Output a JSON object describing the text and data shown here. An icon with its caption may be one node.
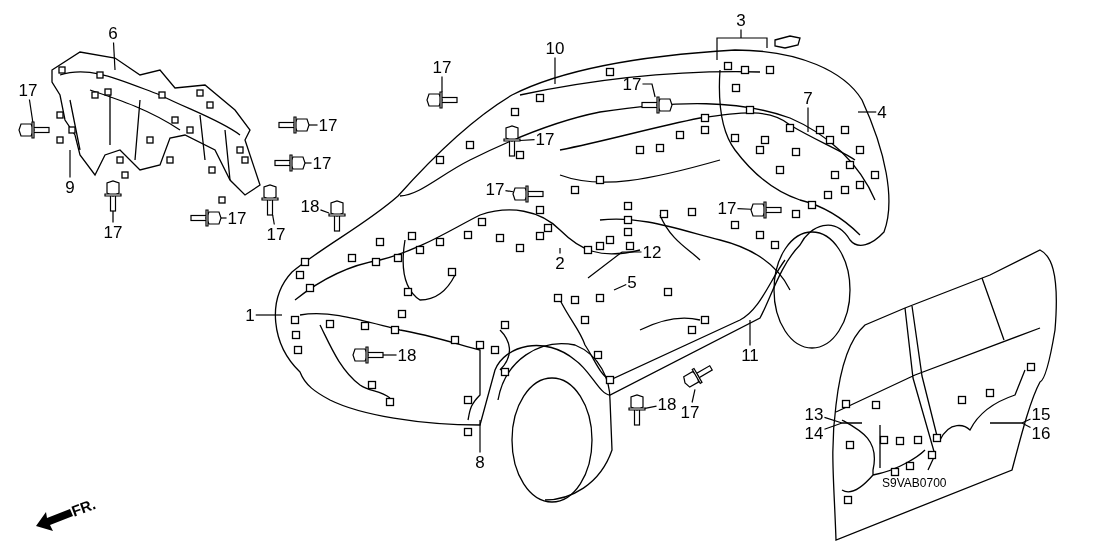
{
  "diagram": {
    "nodes": [
      {
        "text": [
          "6"
        ]
      },
      {
        "text": [
          "17"
        ]
      },
      {
        "text": [
          "9"
        ]
      },
      {
        "text": [
          "17"
        ]
      },
      {
        "text": [
          "17"
        ]
      },
      {
        "text": [
          "17"
        ]
      },
      {
        "text": [
          "17"
        ]
      },
      {
        "text": [
          "17"
        ]
      },
      {
        "text": [
          "18"
        ]
      },
      {
        "text": [
          "17"
        ]
      },
      {
        "text": [
          "10"
        ]
      },
      {
        "text": [
          "17"
        ]
      },
      {
        "text": [
          "17"
        ]
      },
      {
        "text": [
          "3"
        ]
      },
      {
        "text": [
          "4"
        ]
      },
      {
        "text": [
          "7"
        ]
      },
      {
        "text": [
          "17"
        ]
      },
      {
        "text": [
          "17"
        ]
      },
      {
        "text": [
          "12"
        ]
      },
      {
        "text": [
          "2"
        ]
      },
      {
        "text": [
          "5"
        ]
      },
      {
        "text": [
          "1"
        ]
      },
      {
        "text": [
          "18"
        ]
      },
      {
        "text": [
          "11"
        ]
      },
      {
        "text": [
          "17"
        ]
      },
      {
        "text": [
          "18"
        ]
      },
      {
        "text": [
          "8"
        ]
      },
      {
        "text": [
          "13"
        ]
      },
      {
        "text": [
          "14"
        ]
      },
      {
        "text": [
          "15"
        ]
      },
      {
        "text": [
          "16"
        ]
      },
      {
        "text": [],
        "shape": "bolt"
      },
      {
        "text": [],
        "shape": "bolt"
      },
      {
        "text": [],
        "shape": "bolt"
      },
      {
        "text": [],
        "shape": "bolt"
      },
      {
        "text": [],
        "shape": "bolt"
      },
      {
        "text": [],
        "shape": "bolt"
      },
      {
        "text": [],
        "shape": "bolt"
      },
      {
        "text": [],
        "shape": "bolt"
      },
      {
        "text": [],
        "shape": "bolt"
      },
      {
        "text": [],
        "shape": "bolt"
      },
      {
        "text": [],
        "shape": "bolt"
      },
      {
        "text": [],
        "shape": "bolt"
      },
      {
        "text": [],
        "shape": "bolt"
      },
      {
        "text": [],
        "shape": "bolt"
      },
      {
        "text": [],
        "shape": "bolt"
      }
    ],
    "edges": [
      {
        "from": 0,
        "to": null,
        "arrow": "none"
      },
      {
        "from": 1,
        "to": 31,
        "arrow": "none"
      },
      {
        "from": 2,
        "to": null,
        "arrow": "none"
      },
      {
        "from": 3,
        "to": 32,
        "arrow": "none"
      },
      {
        "from": 4,
        "to": 36,
        "arrow": "none"
      },
      {
        "from": 5,
        "to": 35,
        "arrow": "none"
      },
      {
        "from": 6,
        "to": 33,
        "arrow": "none"
      },
      {
        "from": 7,
        "to": 34,
        "arrow": "none"
      },
      {
        "from": 8,
        "to": 37,
        "arrow": "none"
      },
      {
        "from": 9,
        "to": 39,
        "arrow": "none"
      },
      {
        "from": 10,
        "to": null,
        "arrow": "none"
      },
      {
        "from": 11,
        "to": 43,
        "arrow": "none"
      },
      {
        "from": 12,
        "to": 40,
        "arrow": "none"
      },
      {
        "from": 13,
        "to": null,
        "arrow": "none"
      },
      {
        "from": 14,
        "to": null,
        "arrow": "none"
      },
      {
        "from": 15,
        "to": null,
        "arrow": "none"
      },
      {
        "from": 16,
        "to": 41,
        "arrow": "none"
      },
      {
        "from": 17,
        "to": 45,
        "arrow": "none"
      },
      {
        "from": 18,
        "to": null,
        "arrow": "none"
      },
      {
        "from": 19,
        "to": null,
        "arrow": "none"
      },
      {
        "from": 20,
        "to": null,
        "arrow": "none"
      },
      {
        "from": 21,
        "to": null,
        "arrow": "none"
      },
      {
        "from": 22,
        "to": 38,
        "arrow": "none"
      },
      {
        "from": 23,
        "to": null,
        "arrow": "none"
      },
      {
        "from": 24,
        "to": 44,
        "arrow": "none"
      },
      {
        "from": 25,
        "to": 42,
        "arrow": "none"
      },
      {
        "from": 26,
        "to": null,
        "arrow": "none"
      },
      {
        "from": 27,
        "to": null,
        "arrow": "none"
      },
      {
        "from": 28,
        "to": null,
        "arrow": "none"
      },
      {
        "from": 29,
        "to": null,
        "arrow": "none"
      },
      {
        "from": 30,
        "to": null,
        "arrow": "none"
      }
    ],
    "labels": [
      "FR.",
      "S9VAB0700"
    ]
  }
}
